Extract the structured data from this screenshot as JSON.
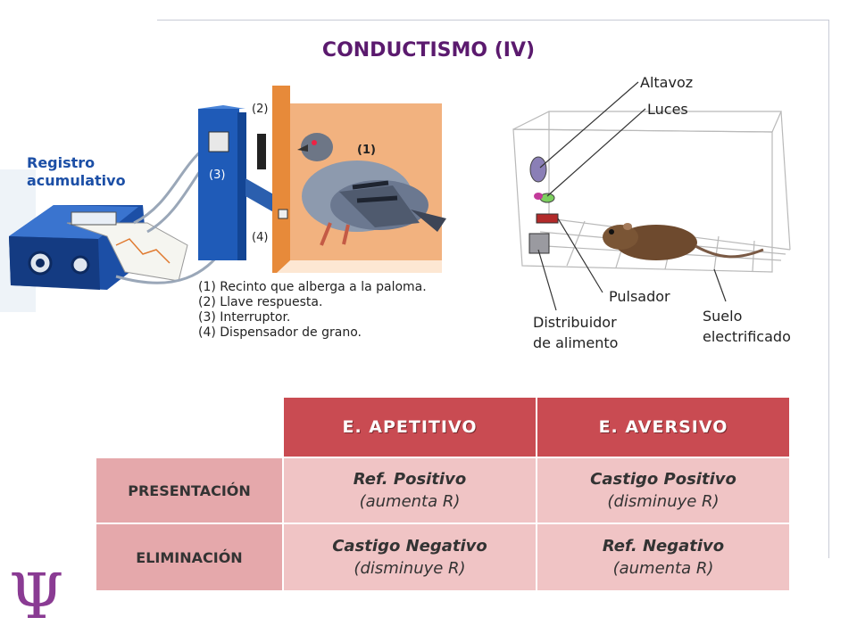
{
  "slide": {
    "title": "CONDUCTISMO (IV)",
    "logo_symbol": "Ψ"
  },
  "skinner_box": {
    "label_registro": "Registro acumulativo",
    "tag_1": "(1)",
    "tag_2": "(2)",
    "tag_3": "(3)",
    "tag_4": "(4)",
    "legend": [
      "(1) Recinto que alberga a la paloma.",
      "(2) Llave respuesta.",
      "(3) Interruptor.",
      "(4) Dispensador de grano."
    ]
  },
  "rat_box": {
    "altavoz": "Altavoz",
    "luces": "Luces",
    "pulsador": "Pulsador",
    "distribuidor_1": "Distribuidor",
    "distribuidor_2": "de alimento",
    "suelo_1": "Suelo",
    "suelo_2": "electrificado"
  },
  "table": {
    "col_headers": [
      "E. APETITIVO",
      "E. AVERSIVO"
    ],
    "rows": [
      {
        "label": "PRESENTACIÓN",
        "cells": [
          {
            "main": "Ref. Positivo",
            "sub": "(aumenta R)"
          },
          {
            "main": "Castigo Positivo",
            "sub": "(disminuye R)"
          }
        ]
      },
      {
        "label": "ELIMINACIÓN",
        "cells": [
          {
            "main": "Castigo Negativo",
            "sub": "(disminuye R)"
          },
          {
            "main": "Ref. Negativo",
            "sub": "(aumenta R)"
          }
        ]
      }
    ]
  },
  "colors": {
    "title": "#5b1a6e",
    "header_red": "#c94b52",
    "row_header_pink": "#e5a8ab",
    "cell_pink": "#f0c4c5",
    "logo_purple": "#8a3b93"
  }
}
